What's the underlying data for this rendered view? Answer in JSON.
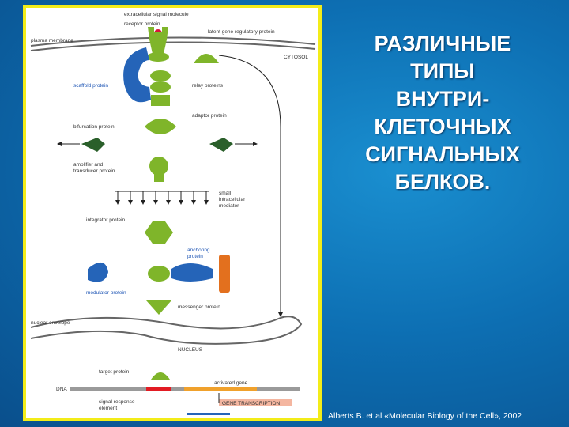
{
  "title_lines": [
    "РАЗЛИЧНЫЕ",
    "ТИПЫ",
    "ВНУТРИ-",
    "КЛЕТОЧНЫХ",
    "СИГНАЛЬНЫХ",
    "БЕЛКОВ."
  ],
  "citation": "Alberts B. et al «Molecular Biology of the Cell», 2002",
  "diagram_labels": {
    "extracellular_signal": "extracellular signal molecule",
    "receptor": "receptor protein",
    "latent_gene": "latent gene regulatory protein",
    "plasma_membrane": "plasma membrane",
    "cytosol": "CYTOSOL",
    "scaffold": "scaffold protein",
    "relay": "relay proteins",
    "adaptor": "adaptor protein",
    "bifurcation": "bifurcation protein",
    "amplifier_line1": "amplifier and",
    "amplifier_line2": "transducer protein",
    "mediator_line1": "small",
    "mediator_line2": "intracellular",
    "mediator_line3": "mediator",
    "integrator": "integrator protein",
    "anchoring_line1": "anchoring",
    "anchoring_line2": "protein",
    "modulator": "modulator protein",
    "messenger": "messenger protein",
    "nuclear_envelope": "nuclear envelope",
    "nucleus": "NUCLEUS",
    "target": "target protein",
    "activated_gene": "activated gene",
    "dna": "DNA",
    "transcription": "GENE TRANSCRIPTION",
    "signal_response_line1": "signal response",
    "signal_response_line2": "element"
  },
  "colors": {
    "protein_green": "#7fb52a",
    "scaffold_blue": "#2564b8",
    "bifurcation_dark": "#2a5f2a",
    "signal_red": "#d8143a",
    "anchor_orange": "#e3701e",
    "dna_red": "#e21b23",
    "dna_orange": "#f0a12c",
    "transcription_bg": "#f4b6a0",
    "border_yellow": "#f3ec19"
  }
}
